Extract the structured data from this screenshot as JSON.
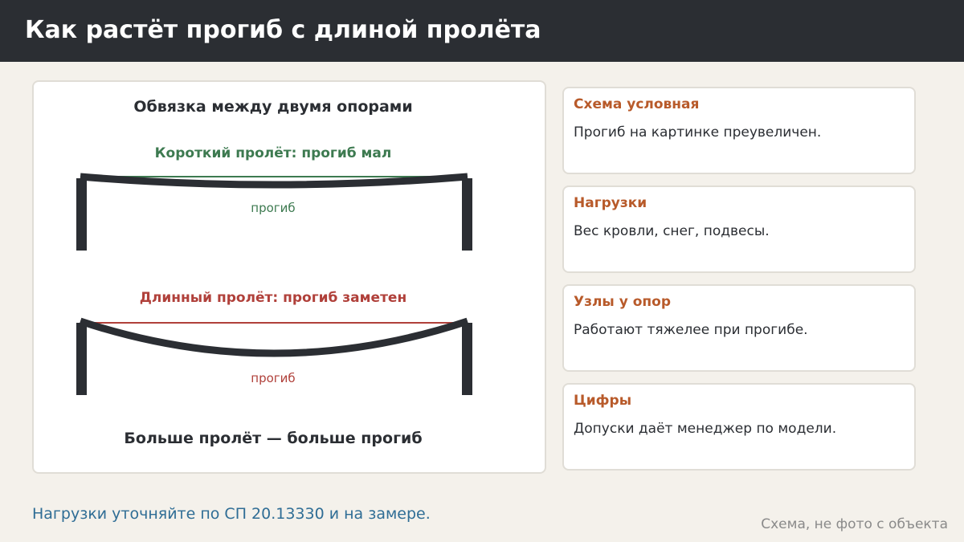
{
  "header": {
    "title": "Как растёт прогиб с длиной пролёта"
  },
  "diagram": {
    "title": "Обвязка между двумя опорами",
    "short_span": {
      "label": "Короткий пролёт: прогиб мал",
      "deflection_label": "прогиб",
      "color": "#3d7a50"
    },
    "long_span": {
      "label": "Длинный пролёт: прогиб заметен",
      "deflection_label": "прогиб",
      "color": "#b0403a"
    },
    "conclusion": "Больше пролёт — больше прогиб",
    "beam_color": "#2b2e33"
  },
  "notes": [
    {
      "title": "Схема условная",
      "text": "Прогиб на картинке преувеличен."
    },
    {
      "title": "Нагрузки",
      "text": "Вес кровли, снег, подвесы."
    },
    {
      "title": "Узлы у опор",
      "text": "Работают тяжелее при прогибе."
    },
    {
      "title": "Цифры",
      "text": "Допуски даёт менеджер по модели."
    }
  ],
  "footer": {
    "note": "Нагрузки уточняйте по СП 20.13330 и на замере.",
    "caption": "Схема, не фото с объекта"
  },
  "colors": {
    "header_bg": "#2b2e33",
    "page_bg": "#f4f1eb",
    "accent": "#b85a2a",
    "link": "#2f6d95"
  }
}
